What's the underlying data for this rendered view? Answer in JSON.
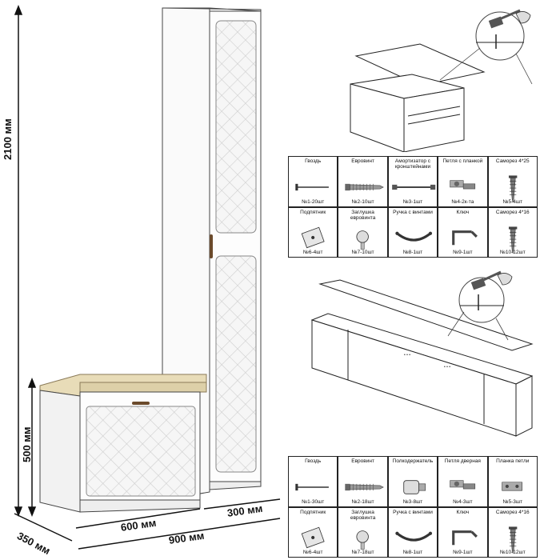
{
  "dimensions": {
    "height_total": "2100 мм",
    "height_bench": "500 мм",
    "depth": "350 мм",
    "width_bench": "600 мм",
    "width_total": "900 мм",
    "width_cabinet": "300 мм"
  },
  "parts_table_top": [
    {
      "name": "Гвоздь",
      "count": "№1-20шт",
      "icon": "nail-icon"
    },
    {
      "name": "Евровинт",
      "count": "№2-10шт",
      "icon": "euroscrew-icon"
    },
    {
      "name": "Амортизатор с кронштейнами",
      "count": "№3-1шт",
      "icon": "gas-lift-icon"
    },
    {
      "name": "Петля с планкой",
      "count": "№4-2к-та",
      "icon": "hinge-icon"
    },
    {
      "name": "Саморез 4*25",
      "count": "№5-4шт",
      "icon": "screw-icon"
    },
    {
      "name": "Подпятник",
      "count": "№6-4шт",
      "icon": "foot-pad-icon"
    },
    {
      "name": "Заглушка евровинта",
      "count": "№7-10шт",
      "icon": "cap-icon"
    },
    {
      "name": "Ручка с винтами",
      "count": "№8-1шт",
      "icon": "handle-icon"
    },
    {
      "name": "Ключ",
      "count": "№9-1шт",
      "icon": "hex-key-icon"
    },
    {
      "name": "Саморез 4*16",
      "count": "№10-12шт",
      "icon": "screw-icon"
    }
  ],
  "parts_table_bottom": [
    {
      "name": "Гвоздь",
      "count": "№1-30шт",
      "icon": "nail-icon"
    },
    {
      "name": "Евровинт",
      "count": "№2-18шт",
      "icon": "euroscrew-icon"
    },
    {
      "name": "Полкодержатель",
      "count": "№3-8шт",
      "icon": "shelf-support-icon"
    },
    {
      "name": "Петля дверная",
      "count": "№4-3шт",
      "icon": "hinge-icon"
    },
    {
      "name": "Планка петли",
      "count": "№5-3шт",
      "icon": "hinge-plate-icon"
    },
    {
      "name": "Подпятник",
      "count": "№6-4шт",
      "icon": "foot-pad-icon"
    },
    {
      "name": "Заглушка евровинта",
      "count": "№7-18шт",
      "icon": "cap-icon"
    },
    {
      "name": "Ручка с винтами",
      "count": "№8-1шт",
      "icon": "handle-icon"
    },
    {
      "name": "Ключ",
      "count": "№9-1шт",
      "icon": "hex-key-icon"
    },
    {
      "name": "Саморез 4*16",
      "count": "№10-12шт",
      "icon": "screw-icon"
    }
  ]
}
